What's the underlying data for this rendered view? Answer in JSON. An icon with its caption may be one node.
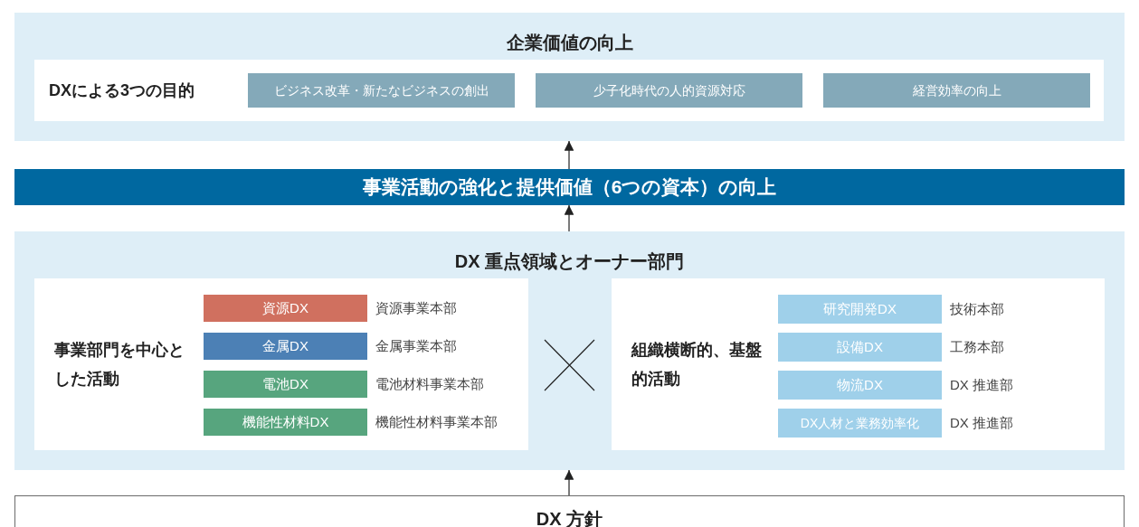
{
  "diagram": {
    "nodes": [
      {
        "text": [
          "企業価値の向上"
        ]
      },
      {
        "text": [
          "DXによる3つの目的"
        ],
        "in": 0
      },
      {
        "text": [
          "ビジネス改革・新たなビジネスの創出"
        ],
        "in": 1
      },
      {
        "text": [
          "少子化時代の人的資源対応"
        ],
        "in": 1
      },
      {
        "text": [
          "経営効率の向上"
        ],
        "in": 1
      },
      {
        "text": [
          "事業活動の強化と提供価値（6つの資本）の向上"
        ]
      },
      {
        "text": [
          "DX 重点領域とオーナー部門"
        ]
      },
      {
        "text": [
          "事業部門を中心とした活動"
        ],
        "in": 6
      },
      {
        "text": [
          "資源DX"
        ],
        "in": 7,
        "beside": [
          "資源事業本部"
        ]
      },
      {
        "text": [
          "金属DX"
        ],
        "in": 7,
        "beside": [
          "金属事業本部"
        ]
      },
      {
        "text": [
          "電池DX"
        ],
        "in": 7,
        "beside": [
          "電池材料事業本部"
        ]
      },
      {
        "text": [
          "機能性材料DX"
        ],
        "in": 7,
        "beside": [
          "機能性材料事業本部"
        ]
      },
      {
        "text": [
          "組織横断的、基盤的活動"
        ],
        "in": 6
      },
      {
        "text": [
          "研究開発DX"
        ],
        "in": 12,
        "beside": [
          "技術本部"
        ]
      },
      {
        "text": [
          "設備DX"
        ],
        "in": 12,
        "beside": [
          "工務本部"
        ]
      },
      {
        "text": [
          "物流DX"
        ],
        "in": 12,
        "beside": [
          "DX 推進部"
        ]
      },
      {
        "text": [
          "DX人材と業務効率化"
        ],
        "in": 12,
        "beside": [
          "DX 推進部"
        ]
      },
      {
        "text": [
          "DX 方針"
        ]
      }
    ],
    "edges": [
      {
        "from": 5,
        "to": 0,
        "arrow": "to"
      },
      {
        "from": 6,
        "to": 5,
        "arrow": "to"
      },
      {
        "from": 17,
        "to": 6,
        "arrow": "to"
      }
    ]
  }
}
